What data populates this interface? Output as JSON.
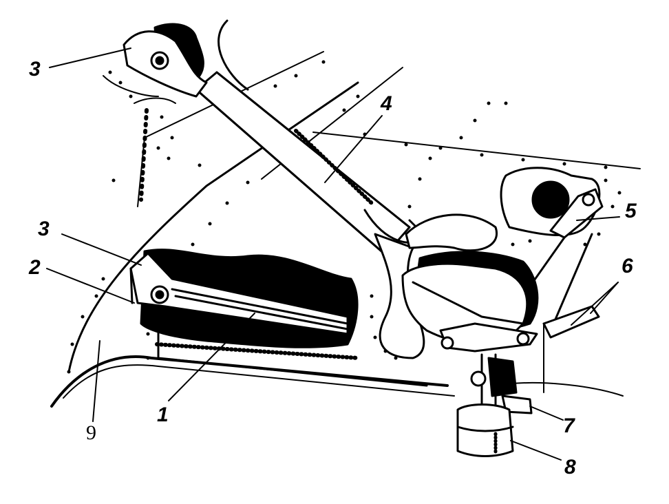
{
  "callouts": [
    {
      "id": "c3a",
      "text": "3"
    },
    {
      "id": "c4",
      "text": "4"
    },
    {
      "id": "c5",
      "text": "5"
    },
    {
      "id": "c6",
      "text": "6"
    },
    {
      "id": "c3b",
      "text": "3"
    },
    {
      "id": "c2",
      "text": "2"
    },
    {
      "id": "c1",
      "text": "1"
    },
    {
      "id": "c9",
      "text": "9"
    },
    {
      "id": "c7",
      "text": "7"
    },
    {
      "id": "c8",
      "text": "8"
    }
  ],
  "colors": {
    "ink": "#000000",
    "paper": "#ffffff"
  }
}
